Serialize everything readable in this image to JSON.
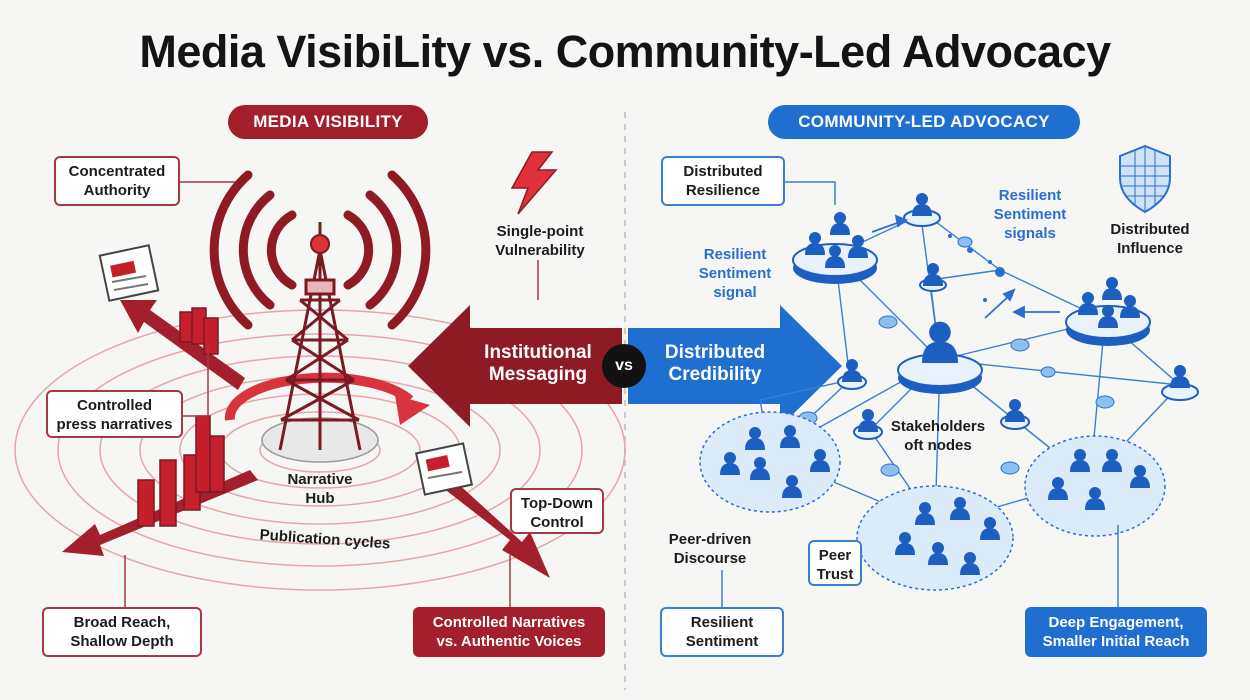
{
  "title": "Media VisibiLity vs. Community-Led Advocacy",
  "left": {
    "header": "MEDIA VISIBILITY",
    "concentrated_authority": "Concentrated\nAuthority",
    "single_point": "Single-point\nVulnerability",
    "controlled_press": "Controlled\npress narratives",
    "narrative_hub": "Narrative\nHub",
    "publication_cycles": "Publication cycles",
    "top_down": "Top-Down\nControl",
    "broad_reach": "Broad Reach,\nShallow Depth",
    "controlled_narratives": "Controlled Narratives\nvs. Authentic Voices",
    "arrow_label": "Institutional\nMessaging"
  },
  "center": {
    "vs": "vs"
  },
  "right": {
    "header": "COMMUNITY-LED ADVOCACY",
    "distributed_resilience": "Distributed\nResilience",
    "resilient_sentiment_signal": "Resilient\nSentiment\nsignal",
    "resilient_sentiment_signals": "Resilient\nSentiment\nsignals",
    "distributed_influence": "Distributed\nInfluence",
    "stakeholders": "Stakeholders\noft nodes",
    "peer_driven": "Peer-driven\nDiscourse",
    "peer_trust": "Peer\nTrust",
    "resilient_sentiment": "Resilient\nSentiment",
    "deep_engagement": "Deep Engagement,\nSmaller Initial Reach",
    "arrow_label": "Distributed\nCredibility"
  },
  "colors": {
    "red": "#a21f2b",
    "blue": "#1f6fd0",
    "light_red": "#f1c4c4",
    "light_blue": "#dcebfa"
  },
  "icons": [
    "lightning-icon",
    "tower-icon",
    "newspaper-icon",
    "bar-chart-icon",
    "shield-icon",
    "person-icon"
  ]
}
